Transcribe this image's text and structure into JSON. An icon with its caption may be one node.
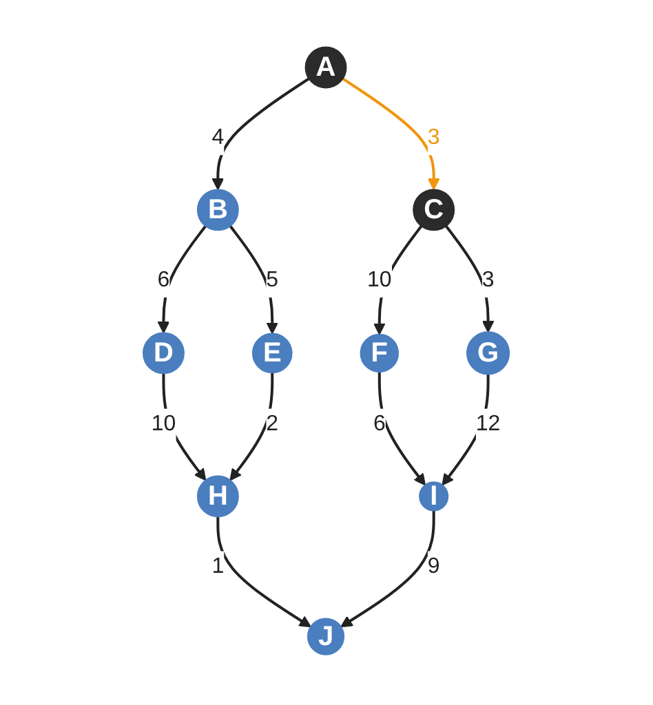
{
  "diagram": {
    "nodes": [
      {
        "text": [
          "A"
        ]
      },
      {
        "text": [
          "B"
        ]
      },
      {
        "text": [
          "C"
        ]
      },
      {
        "text": [
          "D"
        ]
      },
      {
        "text": [
          "E"
        ]
      },
      {
        "text": [
          "F"
        ]
      },
      {
        "text": [
          "G"
        ]
      },
      {
        "text": [
          "H"
        ]
      },
      {
        "text": [
          "I"
        ]
      },
      {
        "text": [
          "J"
        ]
      }
    ],
    "edges": [
      {
        "from": 0,
        "to": 1,
        "arrow": "to",
        "label": "4"
      },
      {
        "from": 0,
        "to": 2,
        "arrow": "to",
        "label": "3",
        "color": "#f0960f"
      },
      {
        "from": 1,
        "to": 3,
        "arrow": "to",
        "label": "6"
      },
      {
        "from": 1,
        "to": 4,
        "arrow": "to",
        "label": "5"
      },
      {
        "from": 2,
        "to": 5,
        "arrow": "to",
        "label": "10"
      },
      {
        "from": 2,
        "to": 6,
        "arrow": "to",
        "label": "3"
      },
      {
        "from": 3,
        "to": 7,
        "arrow": "to",
        "label": "10"
      },
      {
        "from": 4,
        "to": 7,
        "arrow": "to",
        "label": "2"
      },
      {
        "from": 5,
        "to": 8,
        "arrow": "to",
        "label": "6"
      },
      {
        "from": 6,
        "to": 8,
        "arrow": "to",
        "label": "12"
      },
      {
        "from": 7,
        "to": 9,
        "arrow": "to",
        "label": "1"
      },
      {
        "from": 8,
        "to": 9,
        "arrow": "to",
        "label": "9"
      }
    ]
  }
}
